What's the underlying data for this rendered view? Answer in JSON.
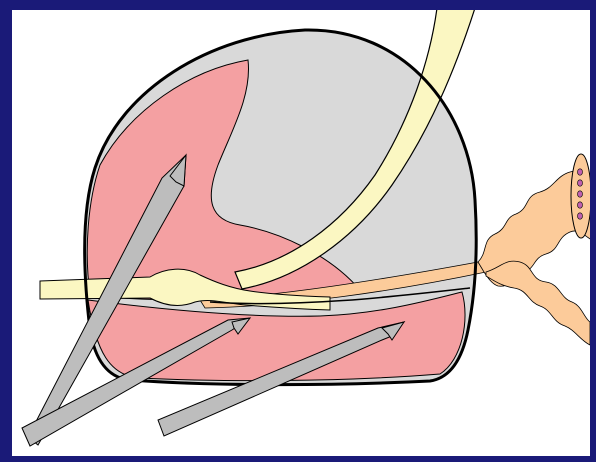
{
  "colors": {
    "border": "#1a1a78",
    "background": "#ffffff",
    "capsule_gray": "#d9d9d9",
    "tissue_pink": "#f4a0a2",
    "tube_yellow": "#fbf7c2",
    "cord_peach": "#fccb9a",
    "lumen_dot": "#c060b0",
    "instrument_gray": "#bdbdbd",
    "outline": "#000000"
  },
  "figure": {
    "parts": [
      {
        "id": "capsule",
        "icon": "capsule-outline"
      },
      {
        "id": "upper-tissue",
        "icon": "crescent-tissue"
      },
      {
        "id": "lower-tissue",
        "icon": "lower-tissue"
      },
      {
        "id": "curved-tube",
        "icon": "curved-tube"
      },
      {
        "id": "horizontal-tube",
        "icon": "horizontal-tube"
      },
      {
        "id": "cord",
        "icon": "wavy-cord"
      },
      {
        "id": "instrument-1",
        "icon": "probe"
      },
      {
        "id": "instrument-2",
        "icon": "probe"
      },
      {
        "id": "instrument-3",
        "icon": "probe"
      }
    ]
  }
}
